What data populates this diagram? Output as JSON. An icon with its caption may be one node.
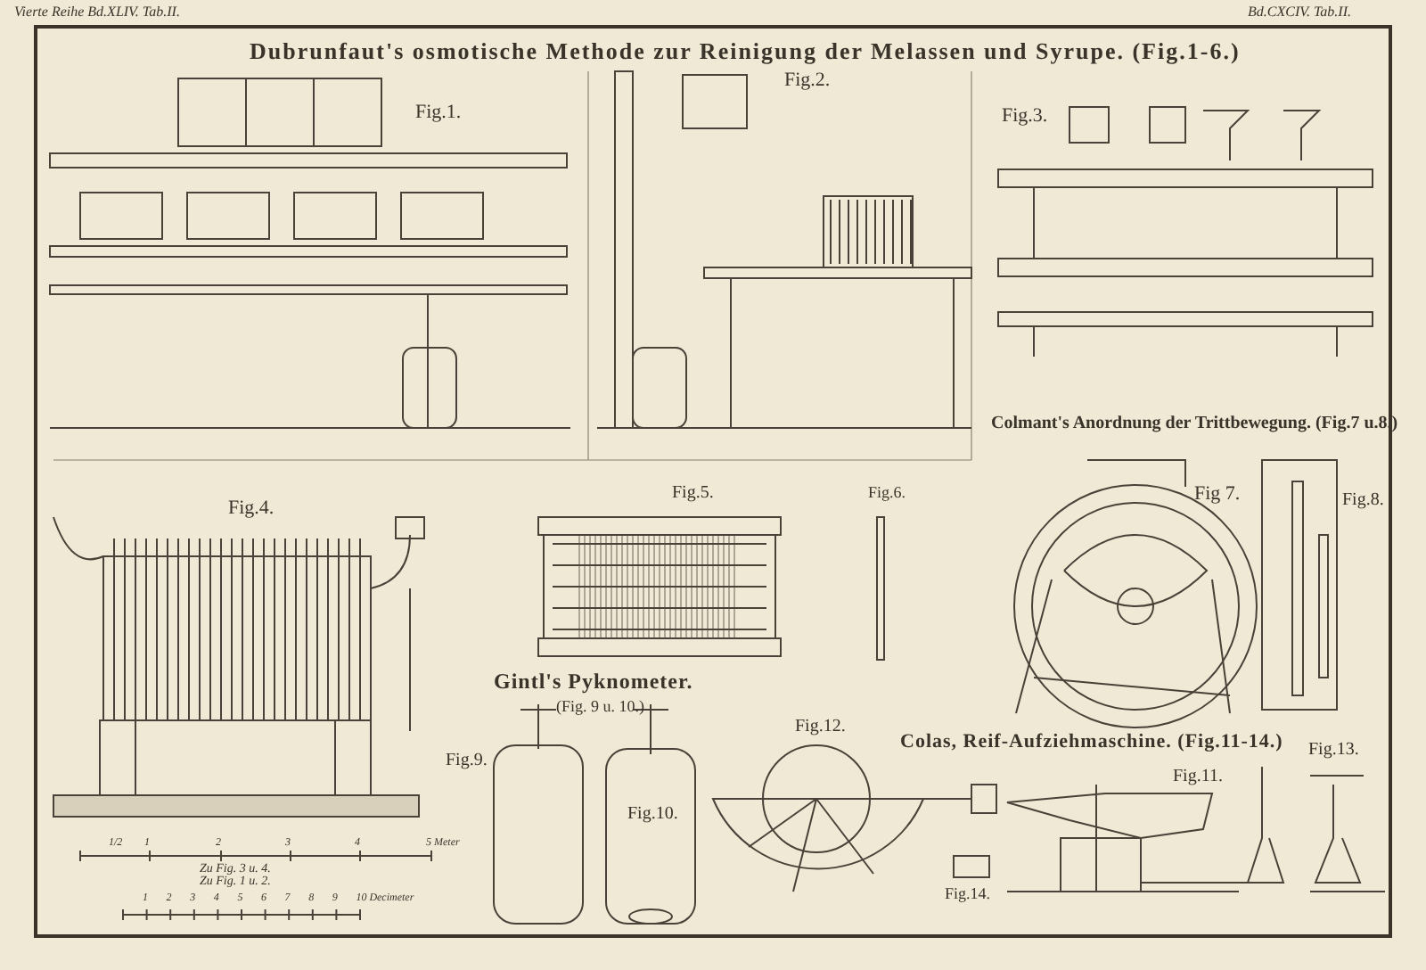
{
  "diagram": {
    "title": "Dubrunfaut's osmotische Methode zur Reinigung der Melassen und Syrupe. (Fig.1-6.)",
    "labels": [
      "Vierte Reihe Bd.XLIV. Tab.II.",
      "Bd.CXCIV. Tab.II.",
      "Fig.1.",
      "Fig.2.",
      "Fig.3.",
      "Colmant's Anordnung der Trittbewegung. (Fig.7 u.8.)",
      "Fig.4.",
      "Fig.5.",
      "Fig.6.",
      "Fig 7.",
      "Fig.8.",
      "Gintl's Pyknometer.",
      "(Fig. 9 u. 10.)",
      "Colas, Reif-Aufziehmaschine. (Fig.11-14.)",
      "Fig.12.",
      "Fig.9.",
      "Fig.10.",
      "Fig.11.",
      "Fig.13.",
      "Fig.14.",
      "1/2",
      "1",
      "2",
      "3",
      "4",
      "5 Meter",
      "Zu Fig. 3 u. 4.",
      "Zu Fig. 1 u. 2.",
      "1",
      "2",
      "3",
      "4",
      "5",
      "6",
      "7",
      "8",
      "9",
      "10 Decimeter"
    ]
  }
}
